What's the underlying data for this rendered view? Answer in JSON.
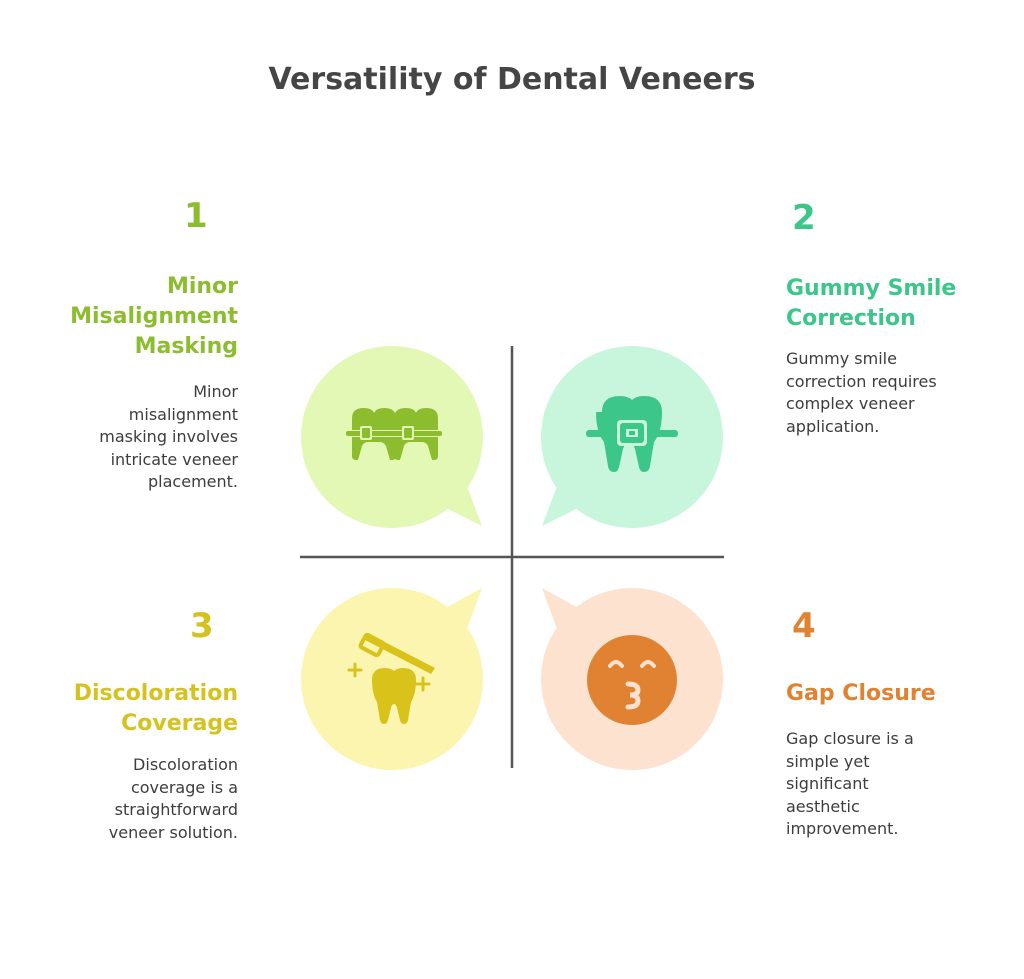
{
  "title": "Versatility of Dental Veneers",
  "colors": {
    "q1_text": "#8cbd2f",
    "q1_bubble": "#e3f8b5",
    "q1_icon": "#8cbd2f",
    "q2_text": "#3cc68a",
    "q2_bubble": "#c7f6dd",
    "q2_icon": "#3cc68a",
    "q3_text": "#d6c21f",
    "q3_bubble": "#fbf5b0",
    "q3_icon": "#d9c21a",
    "q4_text": "#e08232",
    "q4_bubble": "#fde2cf",
    "q4_icon": "#e08232",
    "axis": "#555555"
  },
  "items": [
    {
      "number": "1",
      "heading_lines": [
        "Minor",
        "Misalignment",
        "Masking"
      ],
      "description_lines": [
        "Minor",
        "misalignment",
        "masking involves",
        "intricate veneer",
        "placement."
      ],
      "icon": "teeth-braces-icon"
    },
    {
      "number": "2",
      "heading_lines": [
        "Gummy Smile",
        "Correction"
      ],
      "description_lines": [
        "Gummy smile",
        "correction requires",
        "complex veneer",
        "application."
      ],
      "icon": "tooth-bracket-icon"
    },
    {
      "number": "3",
      "heading_lines": [
        "Discoloration",
        "Coverage"
      ],
      "description_lines": [
        "Discoloration",
        "coverage is a",
        "straightforward",
        "veneer solution."
      ],
      "icon": "tooth-brushing-icon"
    },
    {
      "number": "4",
      "heading_lines": [
        "Gap Closure"
      ],
      "description_lines": [
        "Gap closure is a",
        "simple yet",
        "significant",
        "aesthetic",
        "improvement."
      ],
      "icon": "kissing-face-icon"
    }
  ]
}
